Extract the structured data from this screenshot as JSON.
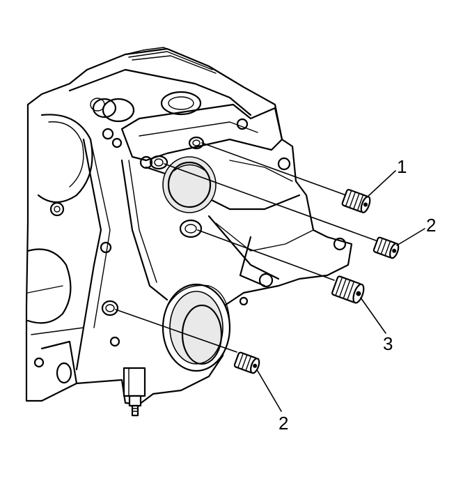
{
  "callouts": {
    "c1": "1",
    "c2a": "2",
    "c3": "3",
    "c2b": "2"
  },
  "colors": {
    "ink": "#000000",
    "paper": "#ffffff"
  },
  "icons": [
    "engine-block-illustration",
    "plug-icon"
  ]
}
